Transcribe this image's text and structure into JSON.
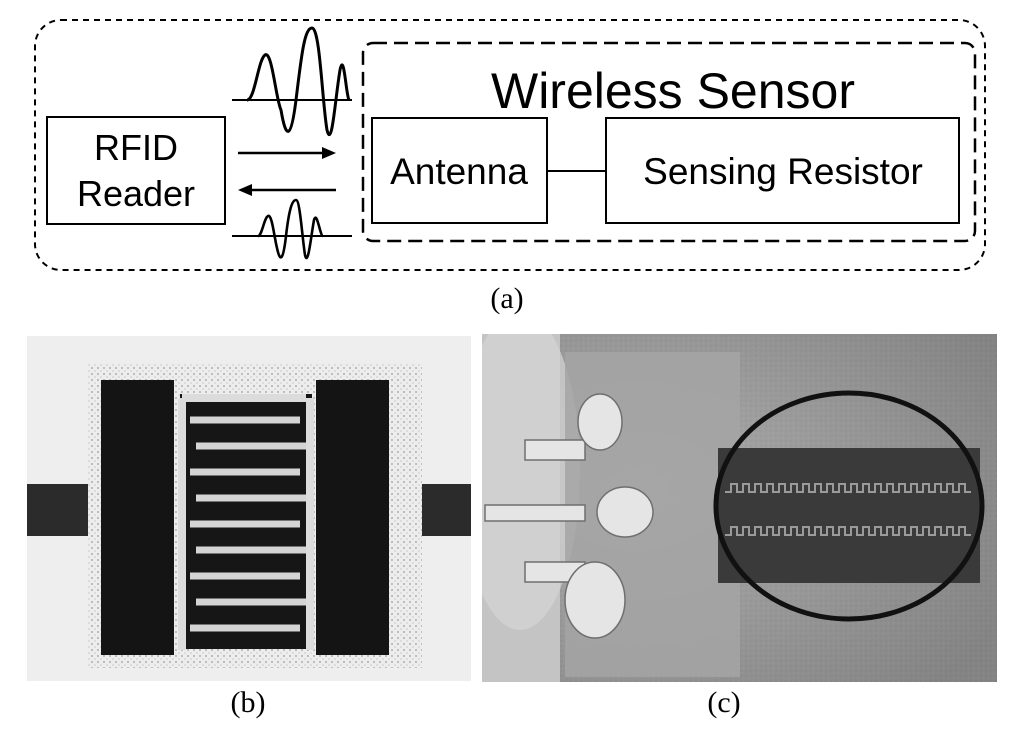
{
  "diagram": {
    "blocks": {
      "reader": [
        "RFID",
        "Reader"
      ],
      "sensor_title": "Wireless Sensor",
      "antenna": "Antenna",
      "resistor": "Sensing Resistor"
    }
  },
  "captions": {
    "a": "(a)",
    "b": "(b)",
    "c": "(c)"
  },
  "colors": {
    "line": "#000000",
    "photo_b_bg": "#e6e6e6",
    "photo_b_trace": "#1a1a1a",
    "photo_c_bg": "#8a8a8a"
  }
}
